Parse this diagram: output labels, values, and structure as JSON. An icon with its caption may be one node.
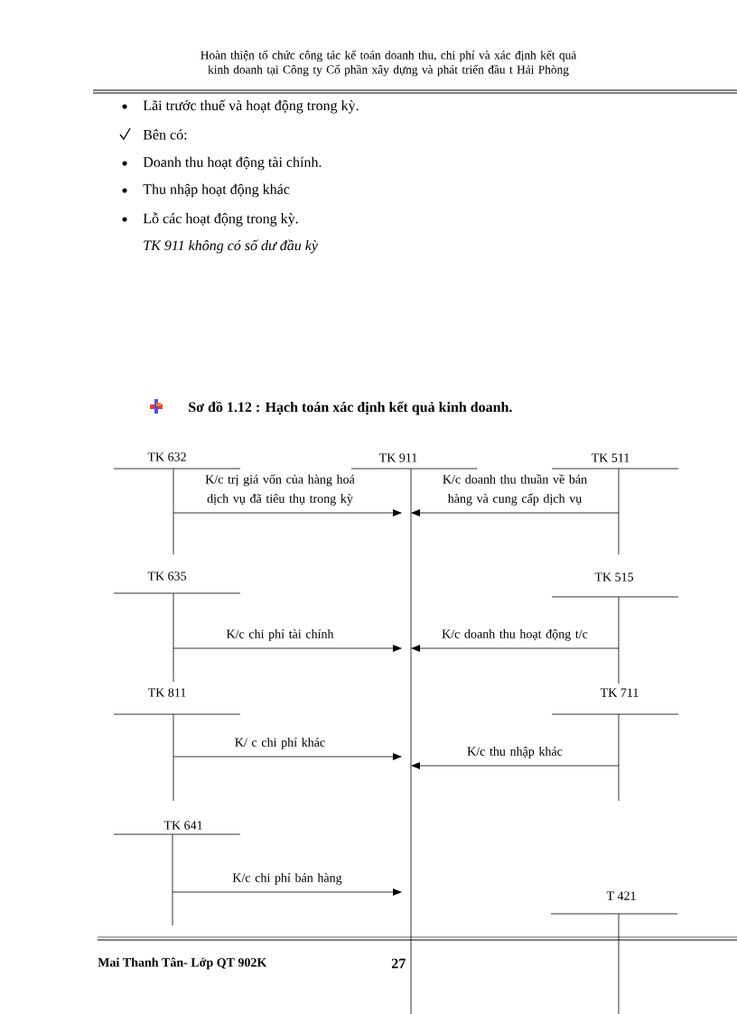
{
  "diagram": {
    "title": "Sơ đồ 1.12 : Hạch toán xác định kết quả kinh doanh.",
    "nodes": [
      {
        "text": [
          "TK 632"
        ]
      },
      {
        "text": [
          "TK 911"
        ]
      },
      {
        "text": [
          "TK 511"
        ]
      },
      {
        "text": [
          "TK 635"
        ]
      },
      {
        "text": [
          "TK 515"
        ]
      },
      {
        "text": [
          "TK 811"
        ]
      },
      {
        "text": [
          "TK 711"
        ]
      },
      {
        "text": [
          "TK 641"
        ]
      },
      {
        "text": [
          "T 421"
        ]
      }
    ],
    "edges": [
      {
        "from": 0,
        "to": 1,
        "arrow": "to",
        "label": "K/c trị giá vốn của hàng hoá dịch vụ đã tiêu thụ trong kỳ"
      },
      {
        "from": 2,
        "to": 1,
        "arrow": "to",
        "label": "K/c doanh thu thuần về bán hàng và cung cấp dịch vụ"
      },
      {
        "from": 3,
        "to": 1,
        "arrow": "to",
        "label": "K/c chi phí tài chính"
      },
      {
        "from": 4,
        "to": 1,
        "arrow": "to",
        "label": "K/c doanh thu hoạt động t/c"
      },
      {
        "from": 5,
        "to": 1,
        "arrow": "to",
        "label": "K/ c chi phí khác"
      },
      {
        "from": 6,
        "to": 1,
        "arrow": "to",
        "label": "K/c thu nhập khác"
      },
      {
        "from": 7,
        "to": 1,
        "arrow": "to",
        "label": "K/c chi phí bán hàng"
      }
    ],
    "labels": [
      "Hoàn thiện tổ chức công tác kế toán doanh thu, chi phí và xác định kết quả kinh doanh tại Công ty Cổ phần xây dựng và phát triển đầu t Hải Phòng",
      "Lãi trước thuế và hoạt động trong kỳ.",
      "Bên có:",
      "Doanh thu hoạt động tài chính.",
      "Thu nhập hoạt động khác",
      "Lỗ các hoạt động trong kỳ.",
      "TK 911 không có số dư đầu kỳ",
      "Mai Thanh Tân- Lớp QT 902K",
      "27"
    ]
  }
}
